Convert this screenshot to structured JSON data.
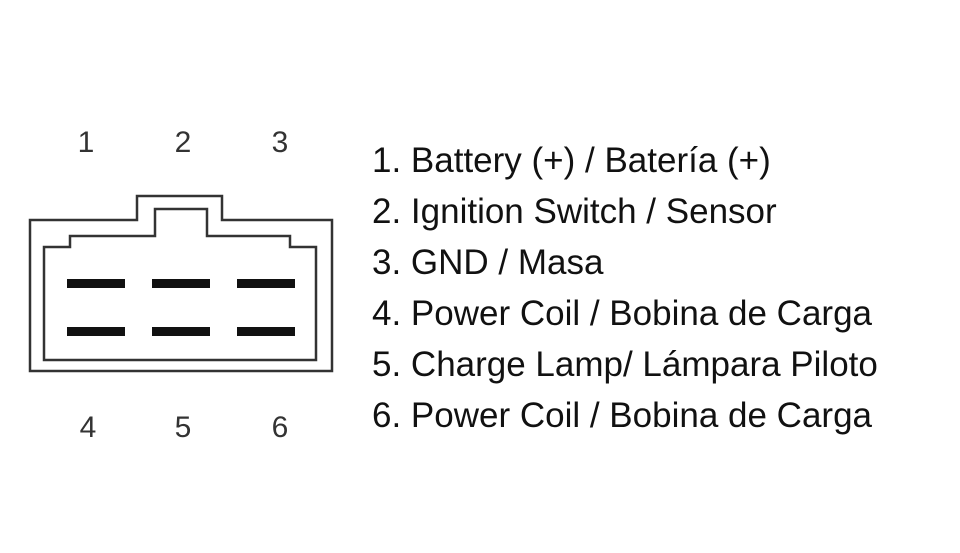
{
  "connector": {
    "top_pins": [
      "1",
      "2",
      "3"
    ],
    "bottom_pins": [
      "4",
      "5",
      "6"
    ]
  },
  "legend": [
    "1. Battery (+) / Batería (+)",
    "2. Ignition Switch / Sensor",
    "3. GND / Masa",
    "4. Power Coil / Bobina de Carga",
    "5. Charge Lamp/ Lámpara Piloto",
    "6. Power Coil / Bobina de Carga"
  ],
  "colors": {
    "outline": "#333333",
    "terminal": "#111111",
    "background": "#ffffff"
  }
}
